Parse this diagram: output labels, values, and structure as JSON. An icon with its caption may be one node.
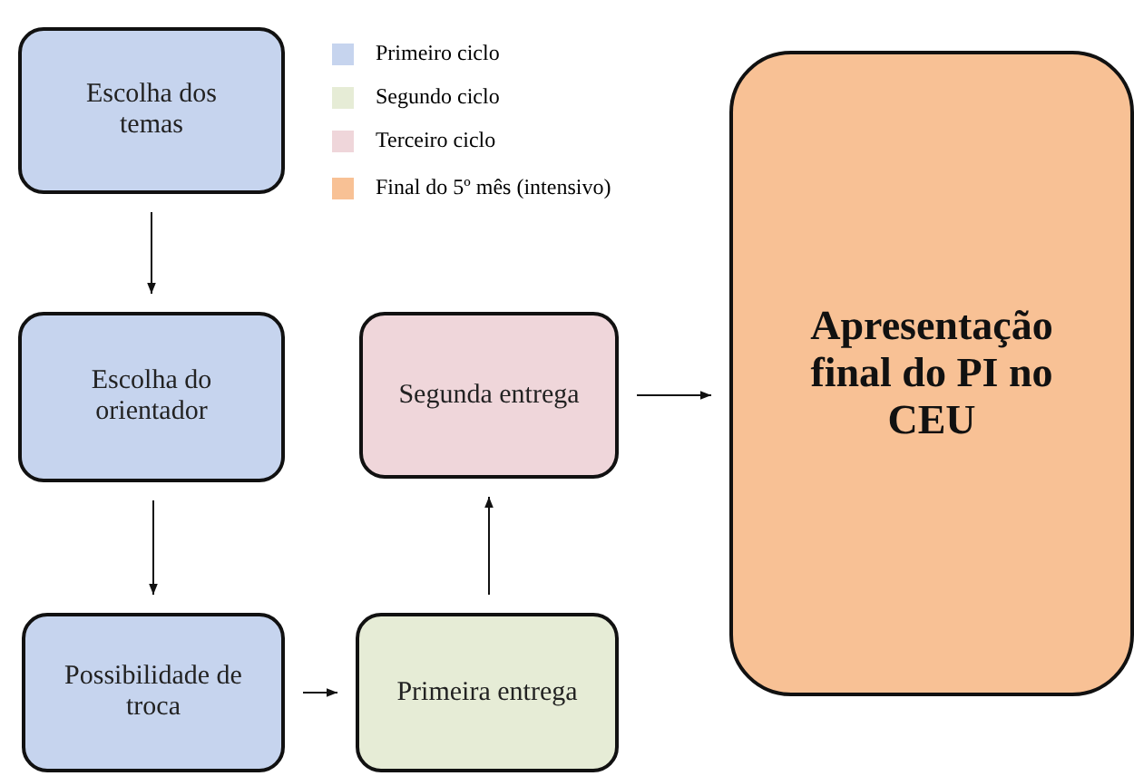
{
  "diagram": {
    "nodes": [
      {
        "text": [
          "Escolha dos temas"
        ]
      },
      {
        "text": [
          "Escolha do orientador"
        ]
      },
      {
        "text": [
          "Possibilidade de troca"
        ]
      },
      {
        "text": [
          "Primeira entrega"
        ]
      },
      {
        "text": [
          "Segunda entrega"
        ]
      },
      {
        "text": [
          "Apresentação final do PI no CEU"
        ]
      }
    ],
    "edges": [
      {
        "from": 0,
        "to": 1,
        "arrow": "to"
      },
      {
        "from": 1,
        "to": 2,
        "arrow": "to"
      },
      {
        "from": 2,
        "to": 3,
        "arrow": "to"
      },
      {
        "from": 3,
        "to": 4,
        "arrow": "to"
      },
      {
        "from": 4,
        "to": 5,
        "arrow": "to"
      }
    ],
    "legend": [
      {
        "text": "Primeiro ciclo",
        "color": "#c6d4ee"
      },
      {
        "text": "Segundo ciclo",
        "color": "#e6ecd6"
      },
      {
        "text": "Terceiro ciclo",
        "color": "#efd6da"
      },
      {
        "text": "Final do 5º mês (intensivo)",
        "color": "#f8c195"
      }
    ]
  }
}
